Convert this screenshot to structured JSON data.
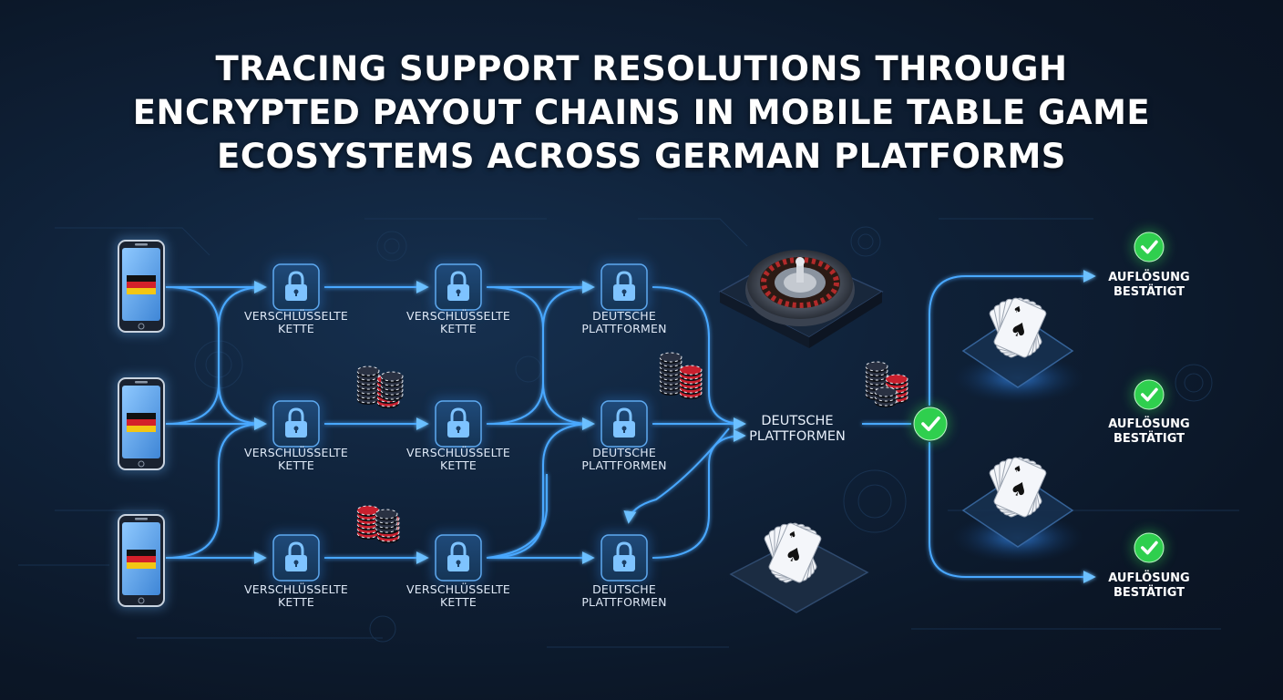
{
  "title": {
    "line1": "TRACING SUPPORT RESOLUTIONS THROUGH",
    "line2": "ENCRYPTED PAYOUT CHAINS IN MOBILE TABLE GAME",
    "line3": "ECOSYSTEMS ACROSS GERMAN PLATFORMS"
  },
  "nodes": {
    "chain_label_1": "VERSCHLÜSSELTE",
    "chain_label_2": "KETTE",
    "platform_label_1": "DEUTSCHE",
    "platform_label_2": "PLATTFORMEN"
  },
  "hub": {
    "line1": "DEUTSCHE",
    "line2": "PLATTFORMEN"
  },
  "resolution": {
    "line1": "AUFLÖSUNG",
    "line2": "BESTÄTIGT"
  },
  "colors": {
    "flow_blue": "#4aa8ff",
    "flow_green": "#3ddc5a",
    "check_green": "#2fcf4e",
    "lock_blue": "#7ec3ff",
    "chip_red": "#c8202e"
  }
}
